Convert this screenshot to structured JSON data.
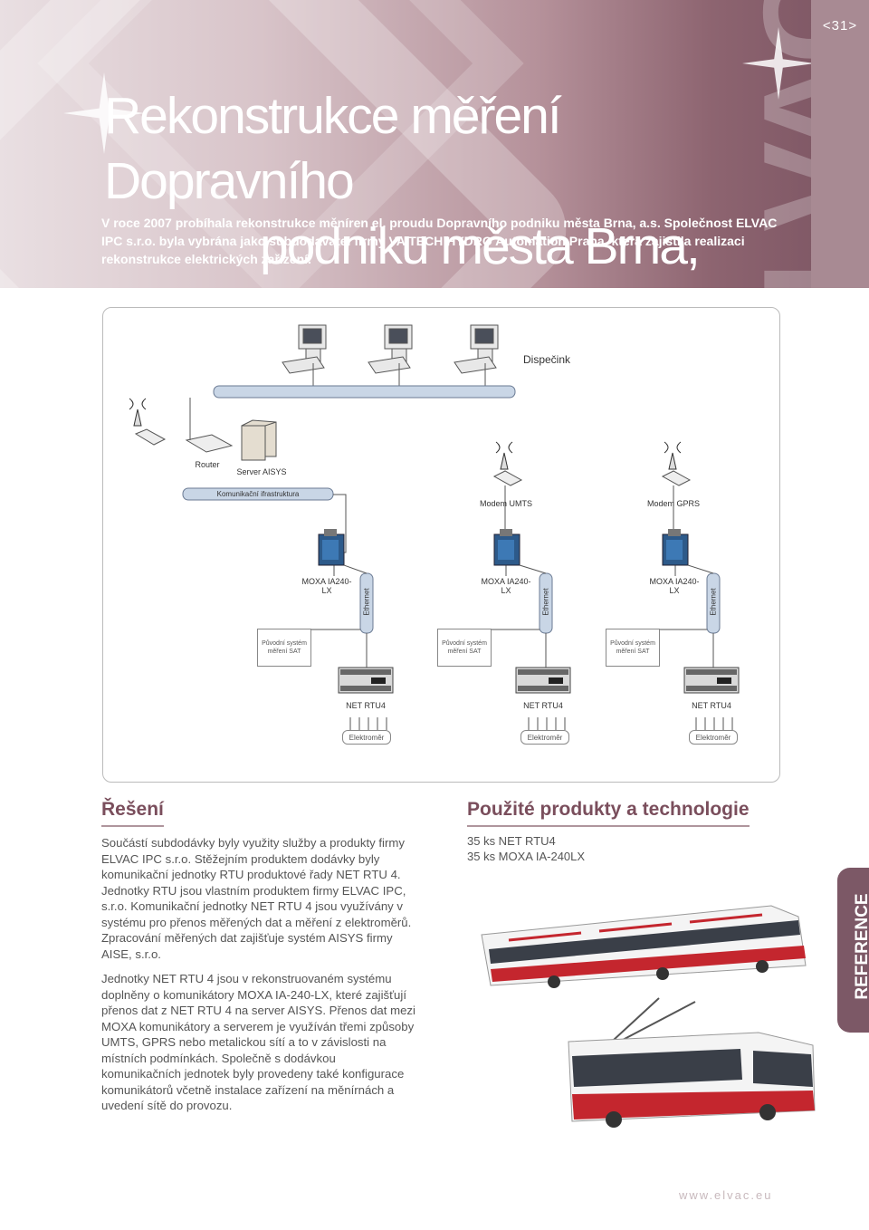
{
  "header": {
    "page_number": "<31>",
    "title_line1": "Rekonstrukce měření Dopravního",
    "title_line2": "podniku města Brna, a.s.",
    "lead": "V roce 2007 probíhala rekonstrukce měníren el. proudu Dopravního podniku města Brna, a.s. Společnost ELVAC IPC s.r.o. byla vybrána jako subdodavatel firmy VA TECH HYDRO Automation Praha, která zajistila realizaci rekonstrukce elektrických zařízení.",
    "watermark": "ELVAC"
  },
  "diagram": {
    "dispecink": "Dispečink",
    "router": "Router",
    "server": "Server AISYS",
    "infrastructure": "Komunikační ifrastruktura",
    "modem_umts": "Modem UMTS",
    "modem_gprs": "Modem GPRS",
    "columns": [
      {
        "moxa_line1": "MOXA IA240-",
        "moxa_line2": "LX",
        "ethernet": "Ethernet",
        "sat_line1": "Původní systém",
        "sat_line2": "měření SAT",
        "rtu": "NET RTU4",
        "meter": "Elektroměr"
      },
      {
        "moxa_line1": "MOXA IA240-",
        "moxa_line2": "LX",
        "ethernet": "Ethernet",
        "sat_line1": "Původní systém",
        "sat_line2": "měření SAT",
        "rtu": "NET RTU4",
        "meter": "Elektroměr"
      },
      {
        "moxa_line1": "MOXA IA240-",
        "moxa_line2": "LX",
        "ethernet": "Ethernet",
        "sat_line1": "Původní systém",
        "sat_line2": "měření SAT",
        "rtu": "NET RTU4",
        "meter": "Elektroměr"
      }
    ]
  },
  "solution": {
    "heading": "Řešení",
    "p1": "Součástí subdodávky byly využity služby a produkty firmy ELVAC IPC s.r.o. Stěžejním produktem dodávky byly komunikační jednotky RTU produktové řady NET RTU 4. Jednotky RTU jsou vlastním produktem firmy ELVAC IPC, s.r.o. Komunikační jednotky NET RTU 4 jsou využívány v systému pro přenos měřených dat a měření z elektroměrů. Zpracování měřených dat zajišťuje systém AISYS firmy AISE, s.r.o.",
    "p2": "Jednotky NET RTU 4 jsou v rekonstruovaném systému doplněny o komunikátory MOXA IA-240-LX, které zajišťují přenos dat z NET RTU 4 na server AISYS. Přenos dat mezi MOXA komunikátory a serverem je využíván třemi způsoby UMTS, GPRS nebo metalickou sítí a to v závislosti na místních podmínkách. Společně s dodávkou komunikačních jednotek byly provedeny také konfigurace komunikátorů včetně instalace zařízení na měnírnách a uvedení sítě do provozu."
  },
  "products": {
    "heading": "Použité produkty a technologie",
    "item1": "35 ks NET RTU4",
    "item2": "35 ks MOXA IA-240LX"
  },
  "side_tab": "REFERENCE",
  "footer_url": "www.elvac.eu",
  "colors": {
    "accent": "#7a4e5c",
    "header_dark": "#7a5361",
    "bus_red": "#c4262e",
    "network_bar": "#c9d6e6"
  }
}
